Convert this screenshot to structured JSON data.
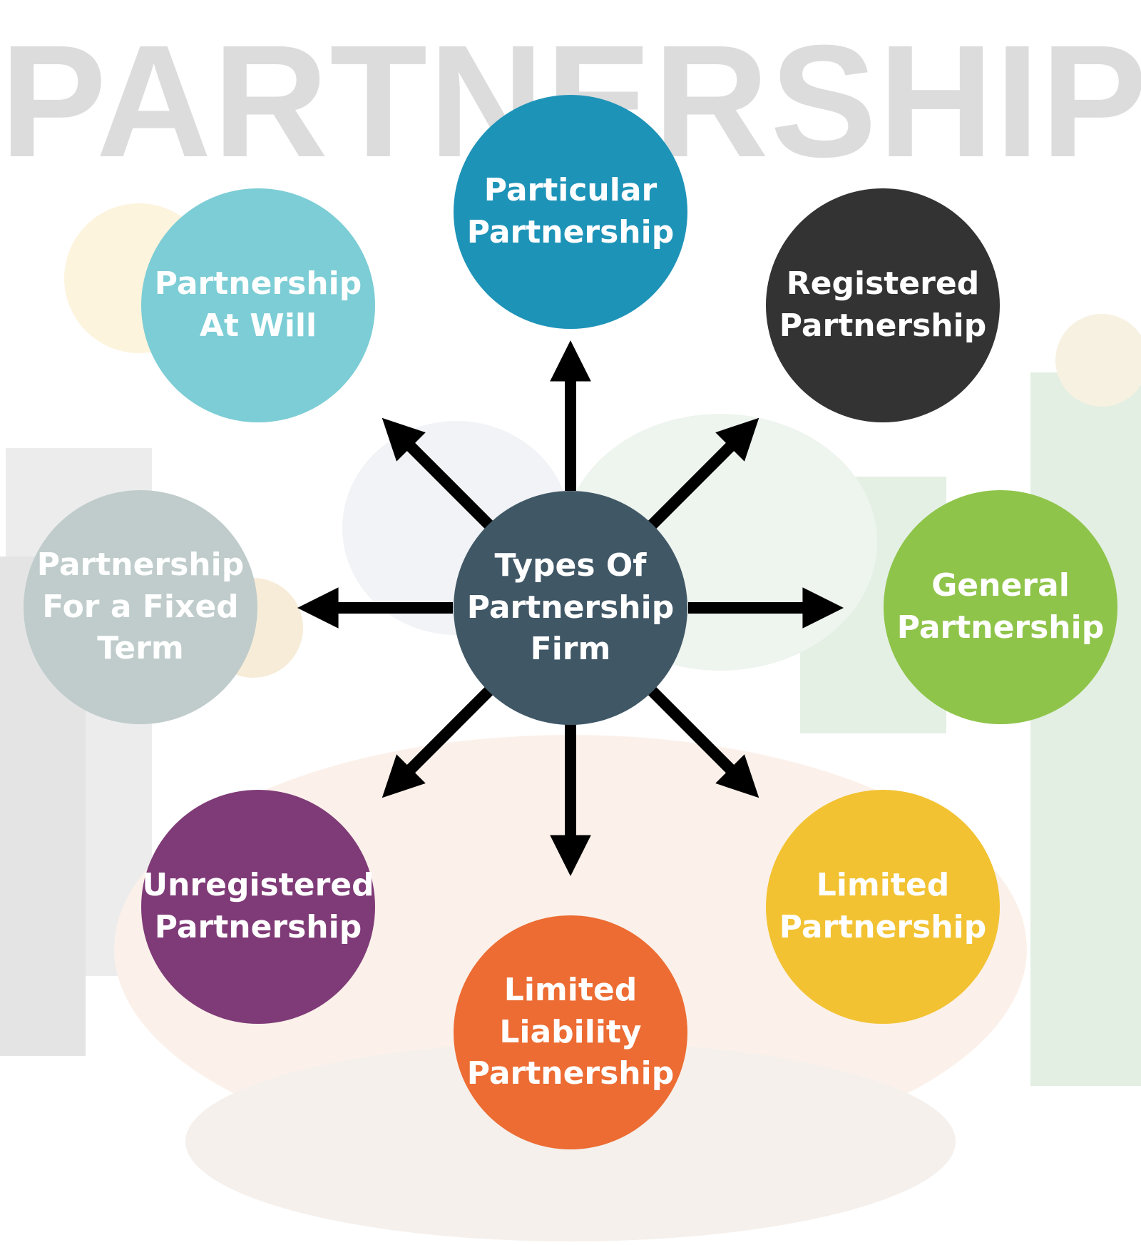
{
  "watermark": "PARTNERSHIP",
  "center": {
    "label": "Types Of\nPartnership\nFirm",
    "color": "#405766"
  },
  "nodes": [
    {
      "id": "particular",
      "label": "Particular\nPartnership",
      "color": "#1e93b8"
    },
    {
      "id": "registered",
      "label": "Registered\nPartnership",
      "color": "#333333"
    },
    {
      "id": "general",
      "label": "General\nPartnership",
      "color": "#8fc44a"
    },
    {
      "id": "limited",
      "label": "Limited\nPartnership",
      "color": "#f2c232"
    },
    {
      "id": "llp",
      "label": "Limited\nLiability\nPartnership",
      "color": "#ec6c33"
    },
    {
      "id": "unregistered",
      "label": "Unregistered\nPartnership",
      "color": "#7f3b77"
    },
    {
      "id": "fixed-term",
      "label": "Partnership\nFor a Fixed\nTerm",
      "color": "#bfcccb"
    },
    {
      "id": "at-will",
      "label": "Partnership\nAt Will",
      "color": "#7ccdd5"
    }
  ]
}
